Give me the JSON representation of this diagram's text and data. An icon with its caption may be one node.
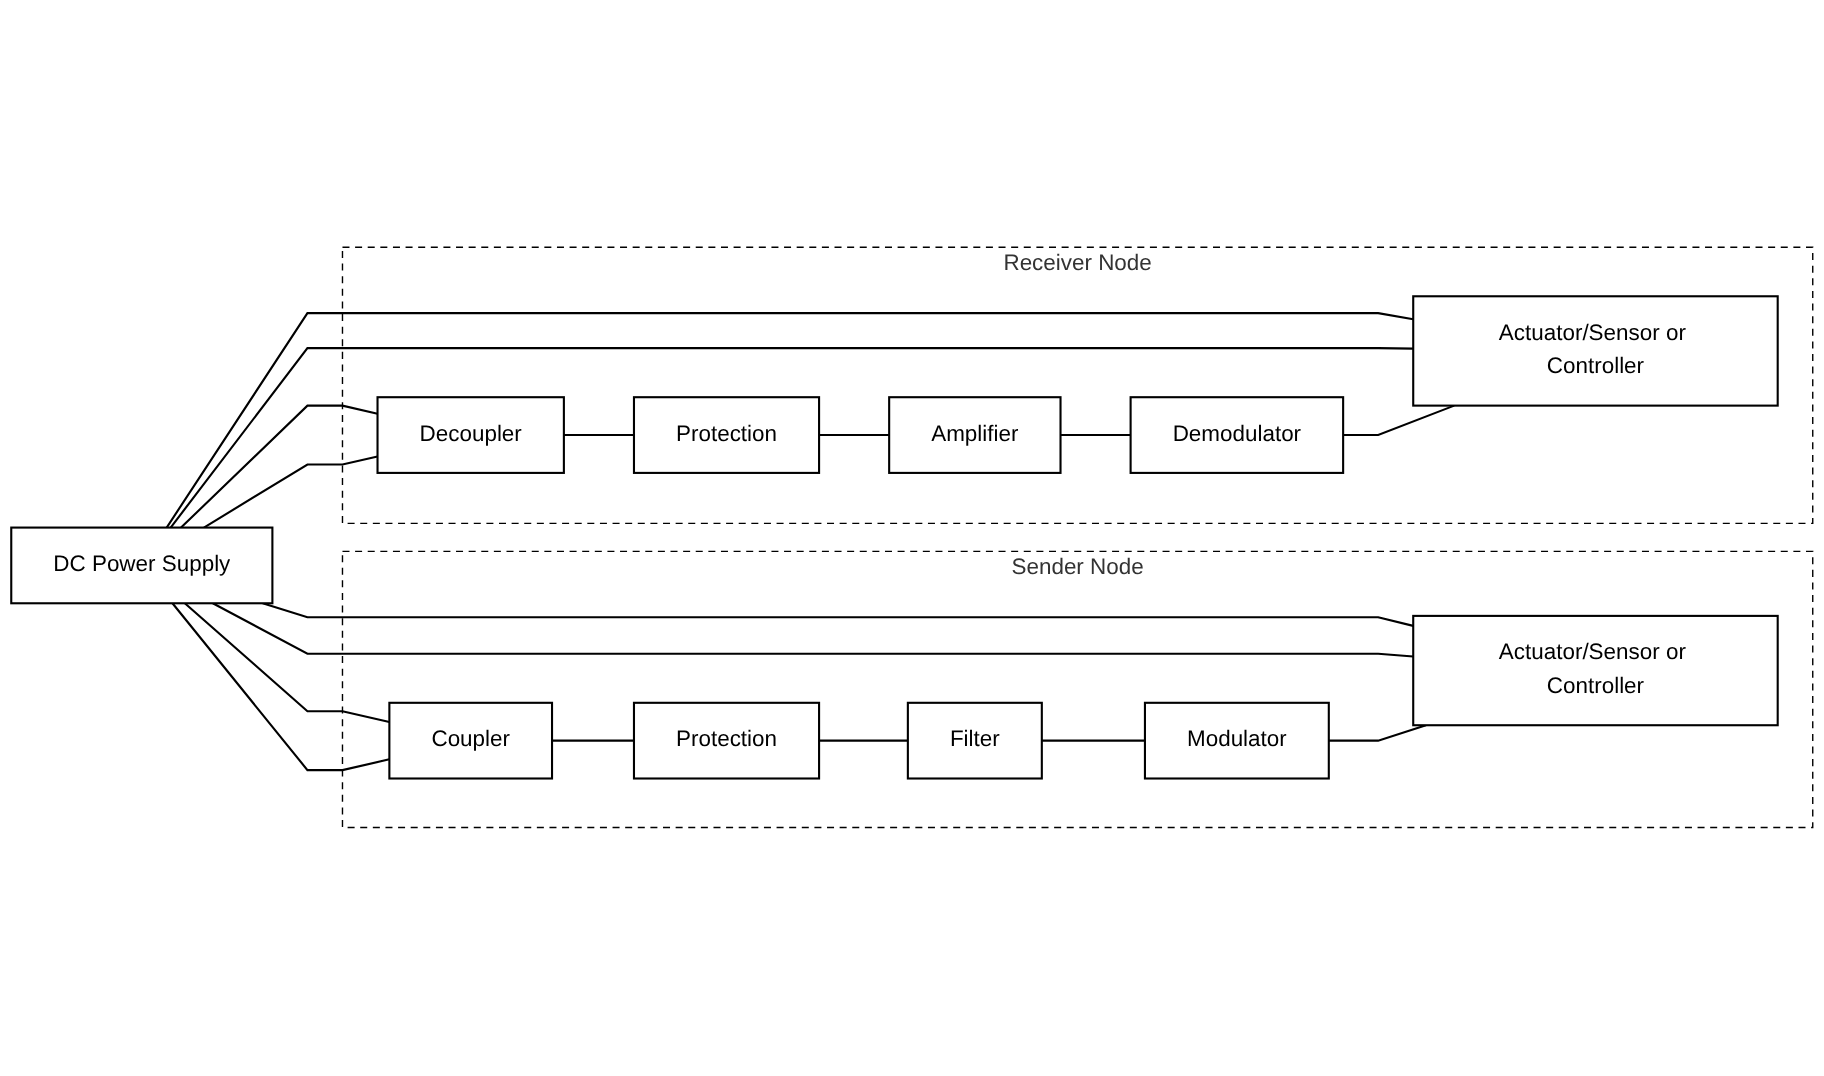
{
  "diagram": {
    "nodes": [
      {
        "text": [
          "DC Power Supply"
        ]
      },
      {
        "text": [
          "Sender Node"
        ]
      },
      {
        "text": [
          "Coupler"
        ],
        "in": 1
      },
      {
        "text": [
          "Protection"
        ],
        "in": 1
      },
      {
        "text": [
          "Filter"
        ],
        "in": 1
      },
      {
        "text": [
          "Modulator"
        ],
        "in": 1
      },
      {
        "text": [
          "Actuator/Sensor or Controller"
        ],
        "in": 1
      },
      {
        "text": [
          "Receiver Node"
        ]
      },
      {
        "text": [
          "Decoupler"
        ],
        "in": 7
      },
      {
        "text": [
          "Protection"
        ],
        "in": 7
      },
      {
        "text": [
          "Amplifier"
        ],
        "in": 7
      },
      {
        "text": [
          "Demodulator"
        ],
        "in": 7
      },
      {
        "text": [
          "Actuator/Sensor or Controller"
        ],
        "in": 7
      }
    ],
    "edges": [
      {
        "from": 0,
        "to": 6,
        "arrow": "none"
      },
      {
        "from": 0,
        "to": 6,
        "arrow": "none"
      },
      {
        "from": 0,
        "to": 2,
        "arrow": "none"
      },
      {
        "from": 0,
        "to": 2,
        "arrow": "none"
      },
      {
        "from": 0,
        "to": 8,
        "arrow": "none"
      },
      {
        "from": 0,
        "to": 8,
        "arrow": "none"
      },
      {
        "from": 0,
        "to": 12,
        "arrow": "none"
      },
      {
        "from": 0,
        "to": 12,
        "arrow": "none"
      },
      {
        "from": 2,
        "to": 3,
        "arrow": "none"
      },
      {
        "from": 3,
        "to": 4,
        "arrow": "none"
      },
      {
        "from": 4,
        "to": 5,
        "arrow": "none"
      },
      {
        "from": 5,
        "to": 6,
        "arrow": "none"
      },
      {
        "from": 8,
        "to": 9,
        "arrow": "none"
      },
      {
        "from": 9,
        "to": 10,
        "arrow": "none"
      },
      {
        "from": 10,
        "to": 11,
        "arrow": "none"
      },
      {
        "from": 11,
        "to": 12,
        "arrow": "none"
      }
    ]
  }
}
